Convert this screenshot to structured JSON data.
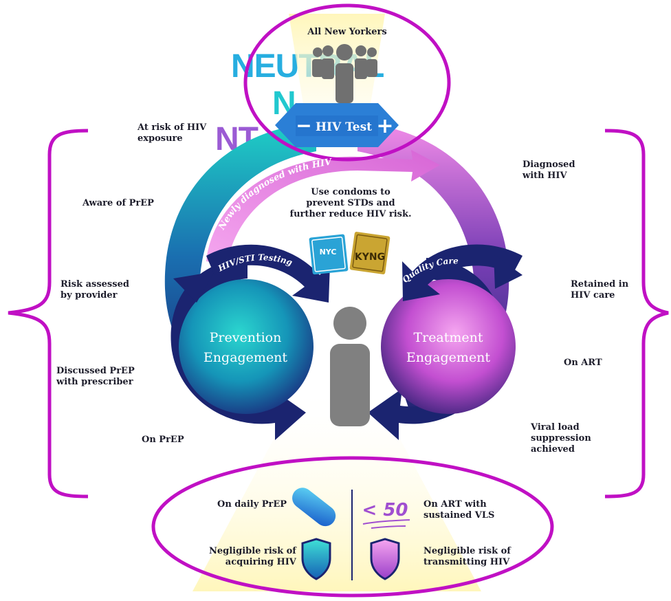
{
  "title_fragments": [
    "NEUTRAL",
    "N",
    "NT"
  ],
  "top": {
    "label": "All New Yorkers",
    "test": "HIV Test",
    "minus": "−",
    "plus": "+"
  },
  "arc": {
    "newly_diagnosed": "Newly diagnosed with HIV"
  },
  "center": {
    "condom_msg": "Use condoms to\nprevent STDs and\nfurther reduce HIV risk.",
    "condom_brand_1": "NYC",
    "condom_brand_2": "KYNG"
  },
  "prevention": {
    "title_1": "Prevention",
    "title_2": "Engagement",
    "arc_label": "HIV/STI Testing"
  },
  "treatment": {
    "title_1": "Treatment",
    "title_2": "Engagement",
    "arc_label": "Quality Care"
  },
  "left_steps": [
    "At risk of HIV\nexposure",
    "Aware of PrEP",
    "Risk assessed\nby provider",
    "Discussed PrEP\nwith prescriber",
    "On PrEP"
  ],
  "right_steps": [
    "Diagnosed\nwith HIV",
    "Retained in\nHIV care",
    "On ART",
    "Viral load\nsuppression\nachieved"
  ],
  "bottom": {
    "daily_prep": "On daily PrEP",
    "acquiring": "Negligible risk of\nacquiring HIV",
    "vl_value": "< 50",
    "on_art": "On ART with\nsustained VLS",
    "transmitting": "Negligible risk of\ntransmitting HIV"
  },
  "colors": {
    "navy": "#1b2a7a",
    "teal": "#1ec7c2",
    "pink": "#e47fe0",
    "magenta": "#c51fc4",
    "blue": "#2b7fd6",
    "gray": "#808080",
    "glow": "#fff3b0"
  }
}
